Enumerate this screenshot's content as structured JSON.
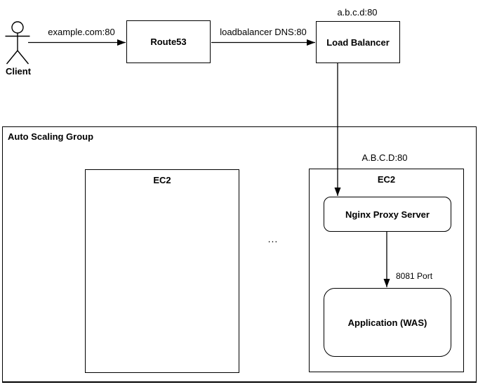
{
  "diagram": {
    "client": {
      "label": "Client"
    },
    "route53": {
      "label": "Route53"
    },
    "load_balancer": {
      "label": "Load Balancer",
      "address": "a.b.c.d:80"
    },
    "edges": {
      "client_to_route53": "example.com:80",
      "route53_to_lb": "loadbalancer DNS:80",
      "nginx_to_app": "8081 Port"
    },
    "auto_scaling_group": {
      "label": "Auto Scaling Group",
      "ellipsis": "...",
      "ec2_left": {
        "label": "EC2"
      },
      "ec2_right": {
        "label": "EC2",
        "address": "A.B.C.D:80",
        "nginx_label": "Nginx Proxy Server",
        "app_label": "Application (WAS)"
      }
    },
    "colors": {
      "line": "#000000",
      "background": "#ffffff"
    }
  }
}
